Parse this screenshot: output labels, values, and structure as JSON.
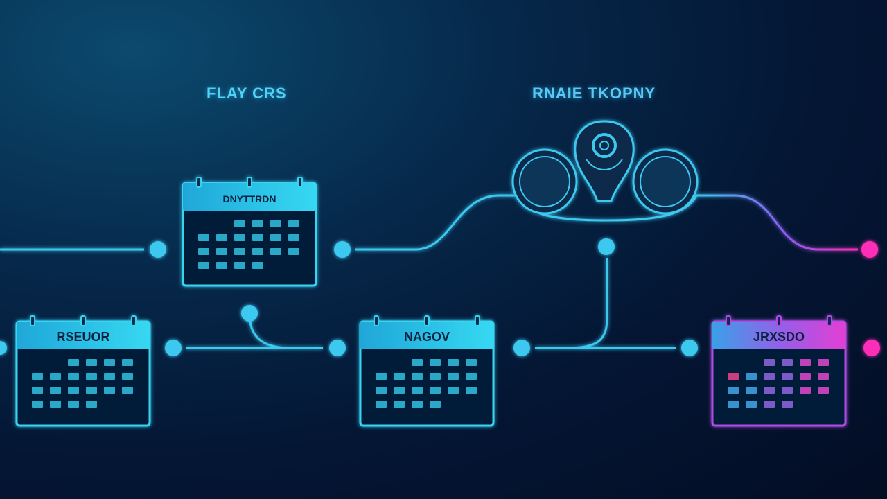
{
  "labels": {
    "group_left": "FLAY CRS",
    "group_right": "RNAIE TKOPNY"
  },
  "calendars": [
    {
      "id": "cal-top",
      "title": "DNYTTRDN",
      "accent": "#2fd0ee"
    },
    {
      "id": "cal-bottom-left",
      "title": "RSEUOR",
      "accent": "#2fd0ee"
    },
    {
      "id": "cal-bottom-middle",
      "title": "NAGOV",
      "accent": "#2fd0ee"
    },
    {
      "id": "cal-bottom-right",
      "title": "JRXSDO",
      "accent": "#e03fd6"
    }
  ],
  "trophy": {
    "icon": "trophy-with-soccer-balls-icon"
  },
  "colors": {
    "cyan": "#3cc8f0",
    "magenta": "#ff2fb8",
    "purple": "#8a5cf0"
  }
}
